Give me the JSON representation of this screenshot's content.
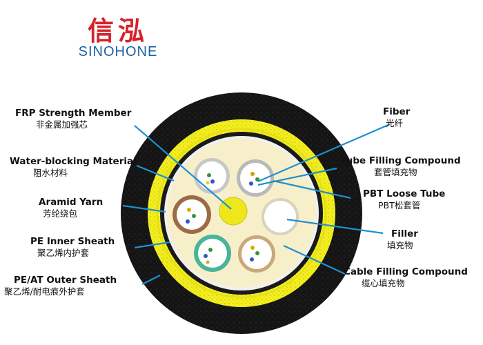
{
  "logo": {
    "cn": "信泓",
    "en": "SINOHONE"
  },
  "labels": {
    "frp": {
      "en": "FRP Strength Member",
      "cn": "非金属加强芯"
    },
    "water": {
      "en": "Water-blocking Material",
      "cn": "阻水材料"
    },
    "aramid": {
      "en": "Aramid Yarn",
      "cn": "芳纶绕包"
    },
    "pe_inner": {
      "en": "PE Inner Sheath",
      "cn": "聚乙烯内护套"
    },
    "pe_outer": {
      "en": "PE/AT Outer Sheath",
      "cn": "聚乙烯/耐电痕外护套"
    },
    "fiber": {
      "en": "Fiber",
      "cn": "光纤"
    },
    "tube_fill": {
      "en": "Tube Filling Compound",
      "cn": "套管填充物"
    },
    "pbt": {
      "en": "PBT Loose Tube",
      "cn": "PBT松套管"
    },
    "filler": {
      "en": "Filler",
      "cn": "填充物"
    },
    "cable_fill": {
      "en": "Cable Filling Compound",
      "cn": "缆心填充物"
    }
  },
  "colors": {
    "outer_sheath": "#151515",
    "aramid": "#f2ee1e",
    "inner_sheath": "#1a1a1a",
    "core_fill": "#f6efc9",
    "frp": "#eee81a",
    "leader": "#1f8fd0",
    "tube_brown": "#9c6b45",
    "tube_gray": "#b9b9b9",
    "tube_teal": "#49b49a",
    "tube_tan": "#c9a97a",
    "filler_rod": "#e9e4d3"
  }
}
